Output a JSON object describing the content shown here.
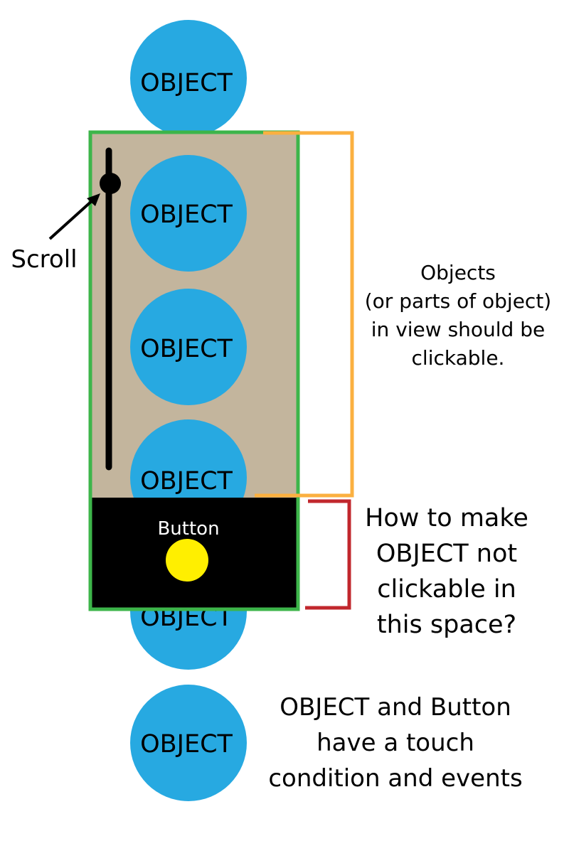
{
  "colors": {
    "object_fill": "#27a9e1",
    "viewport_fill": "#c3b59d",
    "viewport_border": "#3db54a",
    "button_panel": "#000000",
    "button_dot": "#ffef00",
    "bracket_orange": "#fbb040",
    "bracket_red": "#c1272d"
  },
  "objects": [
    {
      "label": "OBJECT"
    },
    {
      "label": "OBJECT"
    },
    {
      "label": "OBJECT"
    },
    {
      "label": "OBJECT"
    },
    {
      "label": "OBJECT"
    },
    {
      "label": "OBJECT"
    }
  ],
  "scroll": {
    "label": "Scroll"
  },
  "button": {
    "label": "Button"
  },
  "notes": {
    "clickable_lines": [
      "Objects",
      "(or parts of object)",
      "in view should be",
      "clickable."
    ],
    "question_lines": [
      "How to make",
      "OBJECT not",
      "clickable in",
      "this space?"
    ],
    "touch_lines": [
      "OBJECT and Button",
      "have a touch",
      "condition and events"
    ]
  }
}
